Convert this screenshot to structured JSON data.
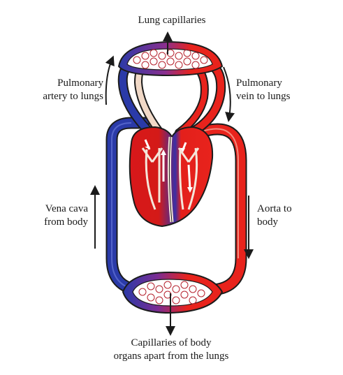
{
  "labels": {
    "lung_capillaries": "Lung capillaries",
    "pulmonary_artery": [
      "Pulmonary",
      "artery to lungs"
    ],
    "pulmonary_vein": [
      "Pulmonary",
      "vein to lungs"
    ],
    "vena_cava": [
      "Vena cava",
      "from body"
    ],
    "aorta": [
      "Aorta to",
      "body"
    ],
    "body_capillaries": [
      "Capillaries of body",
      "organs apart from the lungs"
    ]
  },
  "colors": {
    "oxygenated": "#e8231c",
    "deoxygenated": "#2a3aa8",
    "outline": "#1b1b1b",
    "vessel_wall": "#f1d9c7"
  }
}
